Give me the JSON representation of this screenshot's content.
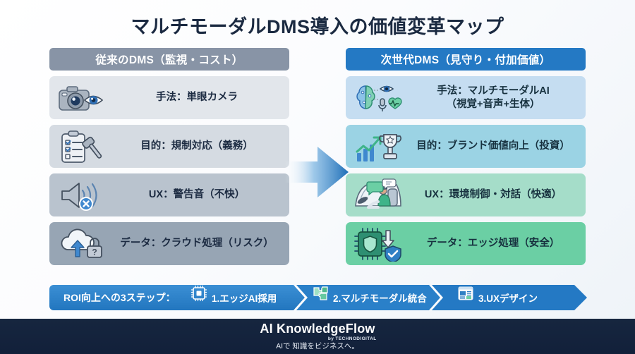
{
  "title": "マルチモーダルDMS導入の価値変革マップ",
  "columns": {
    "left": {
      "header": "従来のDMS（監視・コスト）",
      "cards": [
        {
          "icon": "camera-eye-icon",
          "label": "手法：単眼カメラ"
        },
        {
          "icon": "clipboard-gavel-icon",
          "label": "目的：規制対応（義務）"
        },
        {
          "icon": "speaker-alert-icon",
          "label": "UX：警告音（不快）"
        },
        {
          "icon": "cloud-lock-icon",
          "label": "データ：クラウド処理（リスク）"
        }
      ]
    },
    "right": {
      "header": "次世代DMS（見守り・付加価値）",
      "cards": [
        {
          "icon": "brain-sensors-icon",
          "label": "手法：マルチモーダルAI",
          "label2": "（視覚+音声+生体）"
        },
        {
          "icon": "growth-trophy-icon",
          "label": "目的：ブランド価値向上（投資）"
        },
        {
          "icon": "car-cabin-chat-icon",
          "label": "UX：環境制御・対話（快適）"
        },
        {
          "icon": "chip-shield-icon",
          "label": "データ：エッジ処理（安全）"
        }
      ]
    }
  },
  "arrow": {
    "icon": "right-arrow-icon"
  },
  "roi": {
    "label": "ROI向上への3ステップ：",
    "steps": [
      {
        "icon": "microchip-icon",
        "label": "1.エッジAI採用"
      },
      {
        "icon": "puzzle-icon",
        "label": "2.マルチモーダル統合"
      },
      {
        "icon": "layout-icon",
        "label": "3.UXデザイン"
      }
    ]
  },
  "footer": {
    "brand": "AI KnowledgeFlow",
    "brand_sub": "by TECHNODIGITAL",
    "tagline": "AIで 知識をビジネスへ。"
  },
  "colors": {
    "left_header": "#8894a6",
    "right_header": "#2479c4",
    "banner": "#2479c4",
    "footer": "#14253f",
    "title_text": "#1b2a41"
  }
}
